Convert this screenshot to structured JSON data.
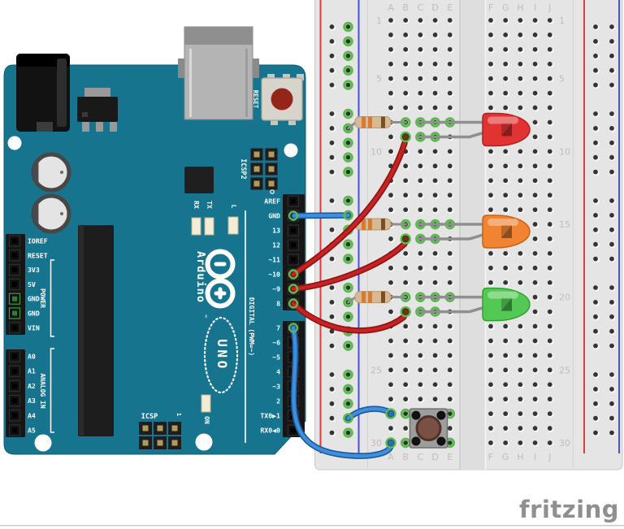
{
  "brand": {
    "logo_text": "fritzing"
  },
  "palette": {
    "board_teal": "#17748E",
    "silkscreen": "#FFFFFF",
    "wire_red": "#C92222",
    "wire_red_dark": "#8C1414",
    "wire_blue": "#3F8FDD",
    "wire_blue_dark": "#1C5A9E",
    "rail_red_line": "#E23B3B",
    "rail_blue_line": "#4450E6",
    "hole_green": "#5CB84F",
    "led_red": "#E23333",
    "led_orange": "#F08433",
    "led_green": "#54C854",
    "resistor_body": "#D7B992",
    "resistor_band_orange": "#E0772A",
    "resistor_band_brown": "#7D4D24",
    "button_cap": "#7A4F44",
    "reset_cap": "#93251B"
  },
  "breadboard": {
    "column_labels_left": [
      "A",
      "B",
      "C",
      "D",
      "E"
    ],
    "column_labels_right": [
      "F",
      "G",
      "H",
      "I",
      "J"
    ],
    "row_numbers": [
      "1",
      "5",
      "10",
      "15",
      "20",
      "25",
      "30"
    ]
  },
  "arduino": {
    "logo_text": "Arduino",
    "trademark": "™",
    "model": "UNO",
    "reset_label": "RESET",
    "icsp2_label": "ICSP2",
    "icsp_label": "ICSP",
    "icsp_pin1_label": "1",
    "digital_title": "DIGITAL (PWM=~)",
    "power_title": "POWER",
    "analog_title": "ANALOG IN",
    "led_labels": {
      "rx": "RX",
      "tx": "TX",
      "l": "L",
      "on": "ON"
    },
    "digital_pins": [
      "AREF",
      "GND",
      "13",
      "12",
      "~11",
      "~10",
      "~9",
      "8",
      "7",
      "~6",
      "~5",
      "4",
      "~3",
      "2",
      "TX0▶1",
      "RX0◀0"
    ],
    "power_pins": [
      "IOREF",
      "RESET",
      "3V3",
      "5V",
      "GND",
      "GND",
      "VIN"
    ],
    "analog_pins": [
      "A0",
      "A1",
      "A2",
      "A3",
      "A4",
      "A5"
    ]
  },
  "circuit": {
    "leds": [
      {
        "color": "red",
        "rows": [
          8,
          9
        ],
        "arduino_pin": "~10"
      },
      {
        "color": "orange",
        "rows": [
          15,
          16
        ],
        "arduino_pin": "~9"
      },
      {
        "color": "green",
        "rows": [
          20,
          21
        ],
        "arduino_pin": "8"
      }
    ],
    "resistors": [
      {
        "row": 8,
        "bands": [
          "orange",
          "orange",
          "brown"
        ]
      },
      {
        "row": 15,
        "bands": [
          "orange",
          "orange",
          "brown"
        ]
      },
      {
        "row": 20,
        "bands": [
          "orange",
          "orange",
          "brown"
        ]
      }
    ],
    "pushbutton": {
      "rows": [
        28,
        30
      ],
      "columns": [
        "B",
        "E"
      ]
    },
    "wires": [
      {
        "id": "gnd_to_rail",
        "color": "blue",
        "from": "GND",
        "to": "left-rail-minus"
      },
      {
        "id": "pin10_led_red",
        "color": "red",
        "from": "~10",
        "to": "B9"
      },
      {
        "id": "pin9_led_orange",
        "color": "red",
        "from": "~9",
        "to": "B16"
      },
      {
        "id": "pin8_led_green",
        "color": "red",
        "from": "8",
        "to": "B21"
      },
      {
        "id": "pin7_button",
        "color": "blue",
        "from": "7",
        "to": "A30"
      },
      {
        "id": "rail_to_button",
        "color": "blue",
        "from": "left-rail-minus",
        "to": "A28"
      }
    ]
  }
}
